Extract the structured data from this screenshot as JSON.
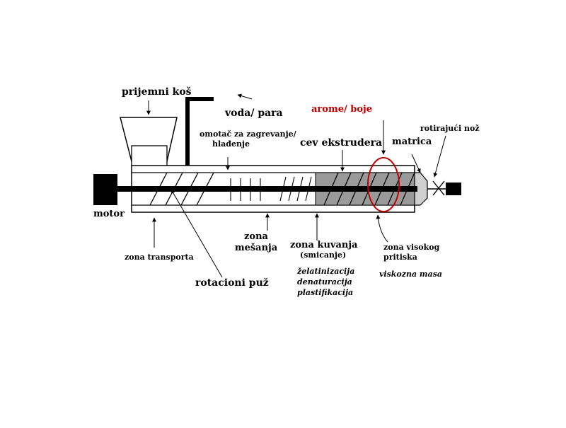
{
  "labels": {
    "prijemni_kos": "prijemni koš",
    "voda_para": "voda/ para",
    "omotac_line1": "omotač za zagrevanje/",
    "omotac_line2": "hlađenje",
    "arome_boje": "arome/ boje",
    "cev_ekstrudera": "cev ekstrudera",
    "matrica": "matrica",
    "rotirajuci_noz": "rotirajući nož",
    "motor": "motor",
    "zona_mesanja_line1": "zona",
    "zona_mesanja_line2": "mešanja",
    "zona_kuvanja_line1": "zona kuvanja",
    "zona_kuvanja_line2": "(smicanje)",
    "zona_visokog_line1": "zona visokog",
    "zona_visokog_line2": "pritiska",
    "zona_transporta": "zona transporta",
    "rotacioni_puz": "rotacioni puž",
    "zelatinizacija": "želatinizacija",
    "denaturacija": "denaturacija",
    "plastifikacija": "plastifikacija",
    "viskozna_masa": "viskozna masa"
  },
  "colors": {
    "accent_red": "#c00000",
    "cooking_zone": "#9a9a9a",
    "barrel_fill": "#ffffff",
    "metal": "#000000"
  }
}
